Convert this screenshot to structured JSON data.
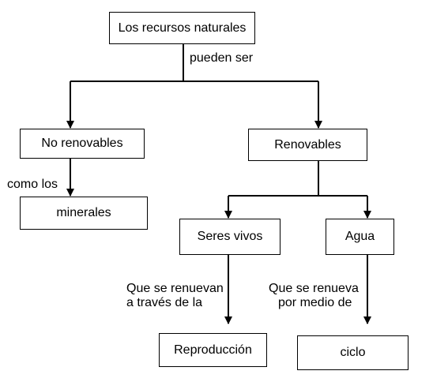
{
  "nodes": {
    "root": "Los recursos naturales",
    "no_renovables": "No renovables",
    "renovables": "Renovables",
    "minerales": "minerales",
    "seres_vivos": "Seres vivos",
    "agua": "Agua",
    "reproduccion": "Reproducción",
    "ciclo": "ciclo"
  },
  "links": {
    "pueden_ser": "pueden ser",
    "como_los": "como los",
    "seres_line1": "Que se renuevan",
    "seres_line2": "a través  de la",
    "agua_line1": "Que se renueva",
    "agua_line2": "por medio de"
  }
}
